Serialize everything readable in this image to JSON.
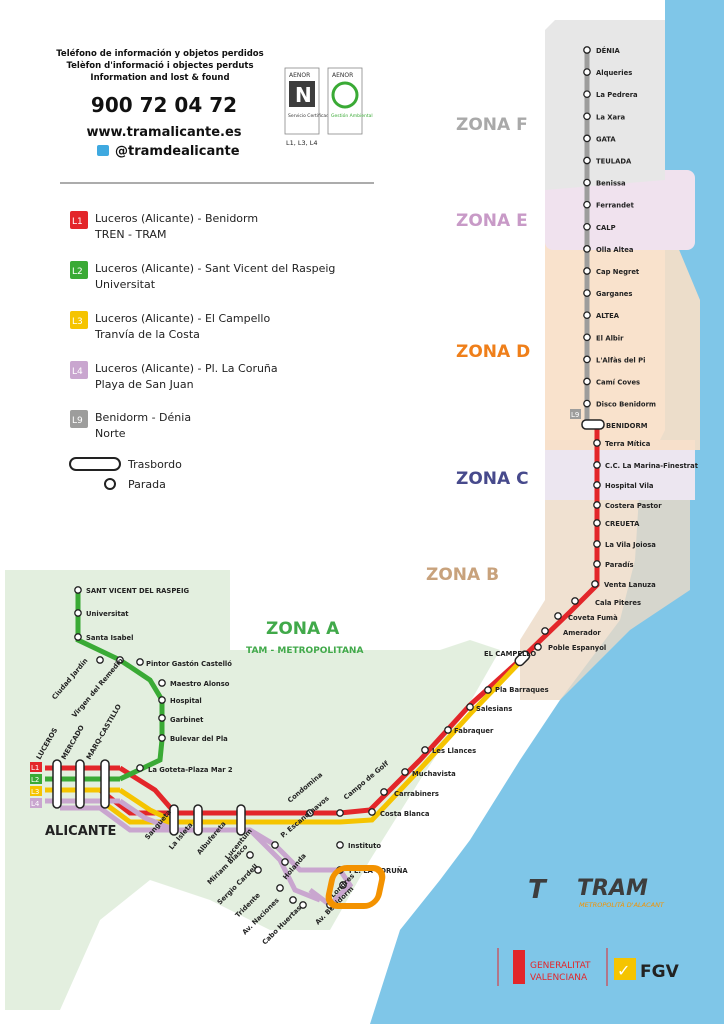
{
  "header": {
    "info_line1": "Teléfono de información y objetos perdidos",
    "info_line2": "Telèfon d'informació i objectes perduts",
    "info_line3": "Information and lost & found",
    "phone": "900 72 04 72",
    "website": "www.tramalicante.es",
    "twitter": "@tramdealicante",
    "aenor_label1": "AENOR",
    "aenor_label2": "AENOR",
    "aenor_caption1": "Servicio Certificado",
    "aenor_caption2": "Gestión Ambiental",
    "lines_note": "L1, L3, L4"
  },
  "legend": {
    "lines": [
      {
        "code": "L1",
        "name": "Luceros (Alicante) - Benidorm",
        "sub": "TREN - TRAM",
        "color": "#e3262a"
      },
      {
        "code": "L2",
        "name": "Luceros (Alicante) - Sant Vicent del Raspeig",
        "sub": "Universitat",
        "color": "#3aaa35"
      },
      {
        "code": "L3",
        "name": "Luceros (Alicante) - El Campello",
        "sub": "Tranvía de la Costa",
        "color": "#f5c400"
      },
      {
        "code": "L4",
        "name": "Luceros (Alicante) - Pl. La Coruña",
        "sub": "Playa de San Juan",
        "color": "#c9a6cf"
      },
      {
        "code": "L9",
        "name": "Benidorm - Dénia",
        "sub": "Norte",
        "color": "#9d9d9c"
      }
    ],
    "transfer": "Trasbordo",
    "stop": "Parada"
  },
  "zones": {
    "a": "ZONA A",
    "a_sub": "TAM - METROPOLITANA",
    "b": "ZONA B",
    "c": "ZONA C",
    "d": "ZONA D",
    "e": "ZONA E",
    "f": "ZONA F",
    "colors": {
      "a": "#41a94a",
      "b": "#c8a27c",
      "c": "#474a8c",
      "d": "#ef7f1a",
      "e": "#c89ac7",
      "f": "#a9a9a9"
    }
  },
  "map": {
    "city_label": "ALICANTE",
    "l9_badge": "L9",
    "l9_stations": [
      "DÉNIA",
      "Alqueries",
      "La Pedrera",
      "La Xara",
      "GATA",
      "TEULADA",
      "Benissa",
      "Ferrandet",
      "CALP",
      "Olla Altea",
      "Cap Negret",
      "Garganes",
      "ALTEA",
      "El Albir",
      "L'Alfàs del Pi",
      "Camí Coves",
      "Disco Benidorm"
    ],
    "benidorm": "BENIDORM",
    "l1_north_stations": [
      "Terra Mítica",
      "C.C. La Marina-Finestrat",
      "Hospital Vila",
      "Costera Pastor",
      "CREUETA",
      "La Vila Joiosa",
      "Paradís",
      "Venta Lanuza",
      "Cala Piteres",
      "Coveta Fumà",
      "Amerador",
      "Poble Espanyol"
    ],
    "el_campello": "EL CAMPELLO",
    "coast_stations": [
      "Pla Barraques",
      "Salesians",
      "Fabraquer",
      "Les Llances",
      "Muchavista",
      "Carrabiners",
      "Costa Blanca",
      "Campo de Golf",
      "Condomina"
    ],
    "l2_stations": [
      "SANT VICENT DEL RASPEIG",
      "Universitat",
      "Santa Isabel",
      "Pintor Gastón Castelló",
      "Maestro Alonso",
      "Hospital",
      "Garbinet",
      "Bulevar del Pla",
      "La Goteta-Plaza Mar 2",
      "Ciudad Jardín",
      "Virgen del Remedio"
    ],
    "center_stations": [
      "LUCEROS",
      "MERCADO",
      "MARQ-CASTILLO",
      "Sangueta",
      "La Isleta",
      "Albufereta",
      "Lucentum"
    ],
    "l4_stations": [
      "P. Escandinavos",
      "Holanda",
      "Miriam Blasco",
      "Sergio Cardell",
      "Tridente",
      "Av. Naciones",
      "Cabo Huertas",
      "Av. Benidorm",
      "Londres",
      "PL. LA CORUÑA",
      "Instituto"
    ]
  },
  "brand": {
    "tram_text": "TRAM",
    "tram_sub": "METROPOLITÀ D'ALACANT",
    "gv_line1": "GENERALITAT",
    "gv_line2": "VALENCIANA",
    "fgv": "FGV",
    "tram_orange": "#f39200",
    "tram_dark": "#3d3d3d"
  }
}
